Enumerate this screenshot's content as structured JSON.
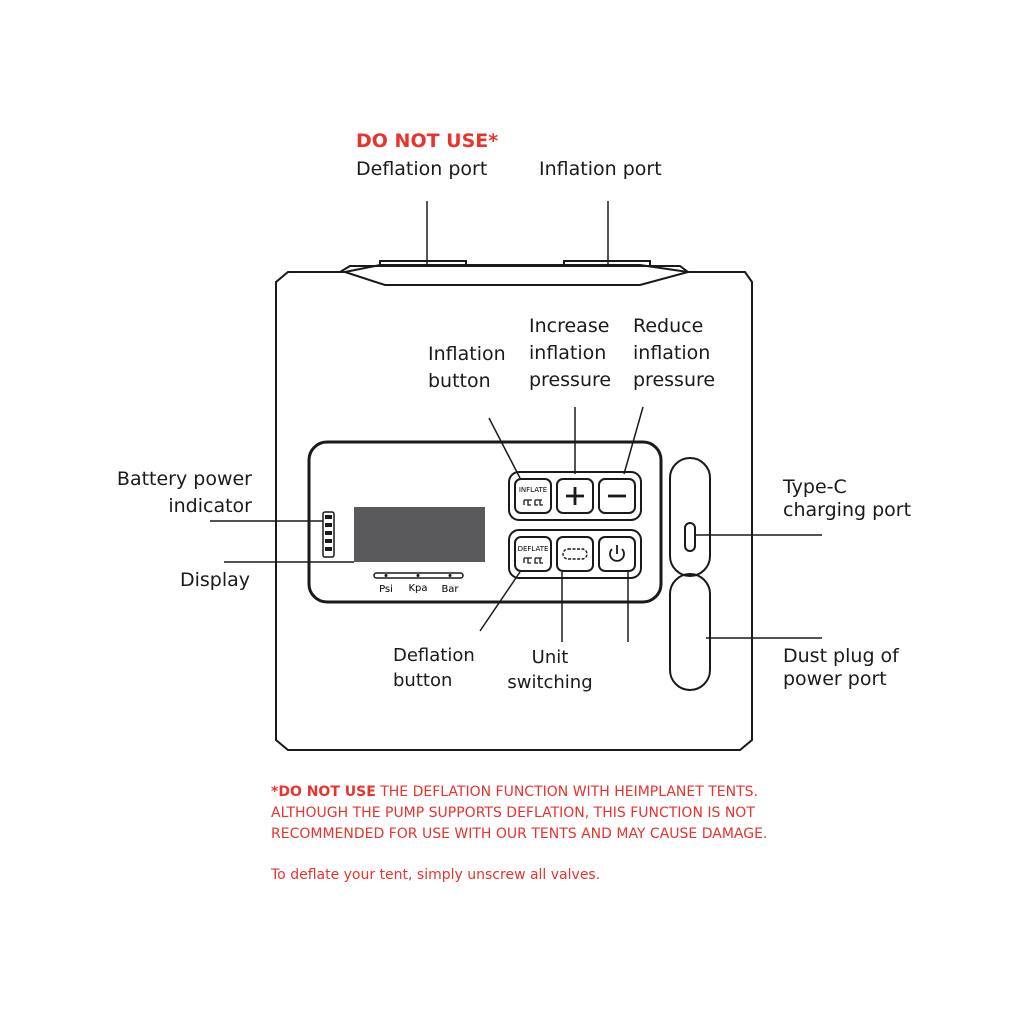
{
  "labels": {
    "deflation_port_warning": "DO NOT USE*",
    "deflation_port": "Deflation port",
    "inflation_port": "Inflation port",
    "inflation_button": [
      "Inflation",
      "button"
    ],
    "increase_pressure": [
      "Increase",
      "inflation",
      "pressure"
    ],
    "reduce_pressure": [
      "Reduce",
      "inflation",
      "pressure"
    ],
    "battery_indicator": [
      "Battery power",
      "indicator"
    ],
    "display": "Display",
    "typec_port": [
      "Type-C",
      "charging port"
    ],
    "dust_plug": [
      "Dust plug of",
      "power port"
    ],
    "deflation_button": [
      "Deflation",
      "button"
    ],
    "unit_switching": [
      "Unit",
      "switching"
    ]
  },
  "panel": {
    "inflate_key": "INFLATE",
    "deflate_key": "DEFLATE",
    "units": [
      "Psi",
      "Kpa",
      "Bar"
    ],
    "battery_bars": 5
  },
  "icons": {
    "plus": "plus-icon",
    "minus": "minus-icon",
    "power": "power-icon",
    "unit_switch": "unit-switch-icon",
    "inflate": "inflate-icon",
    "deflate": "deflate-icon"
  },
  "colors": {
    "warning": "#e8332e",
    "outline": "#1a1a1a",
    "display_fill": "#5a5a5c"
  },
  "note": {
    "line1_bold": "*DO NOT USE",
    "line1_rest": " THE DEFLATION FUNCTION WITH HEIMPLANET TENTS.",
    "line2": "ALTHOUGH THE PUMP SUPPORTS DEFLATION, THIS FUNCTION IS NOT",
    "line3": "RECOMMENDED FOR USE WITH OUR TENTS AND MAY CAUSE DAMAGE.",
    "line4": "To deflate your tent, simply unscrew all valves."
  }
}
